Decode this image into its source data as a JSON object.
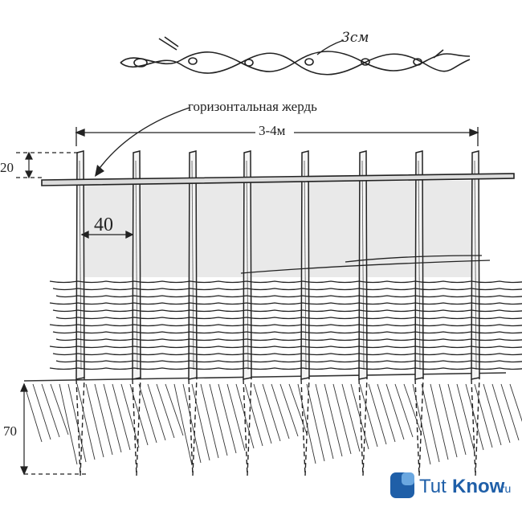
{
  "labels": {
    "thickness": "3см",
    "horizontal_pole": "горизонтальная жердь",
    "length": "3-4м",
    "top_height": "20",
    "post_spacing": "40",
    "depth": "70"
  },
  "watermark": {
    "brand_a": "Tut",
    "brand_b": "Know",
    "suffix": ".ru"
  },
  "colors": {
    "ink": "#2a2a2a",
    "panel": "#e9e9e9",
    "logo_blue": "#1f5fa8"
  }
}
